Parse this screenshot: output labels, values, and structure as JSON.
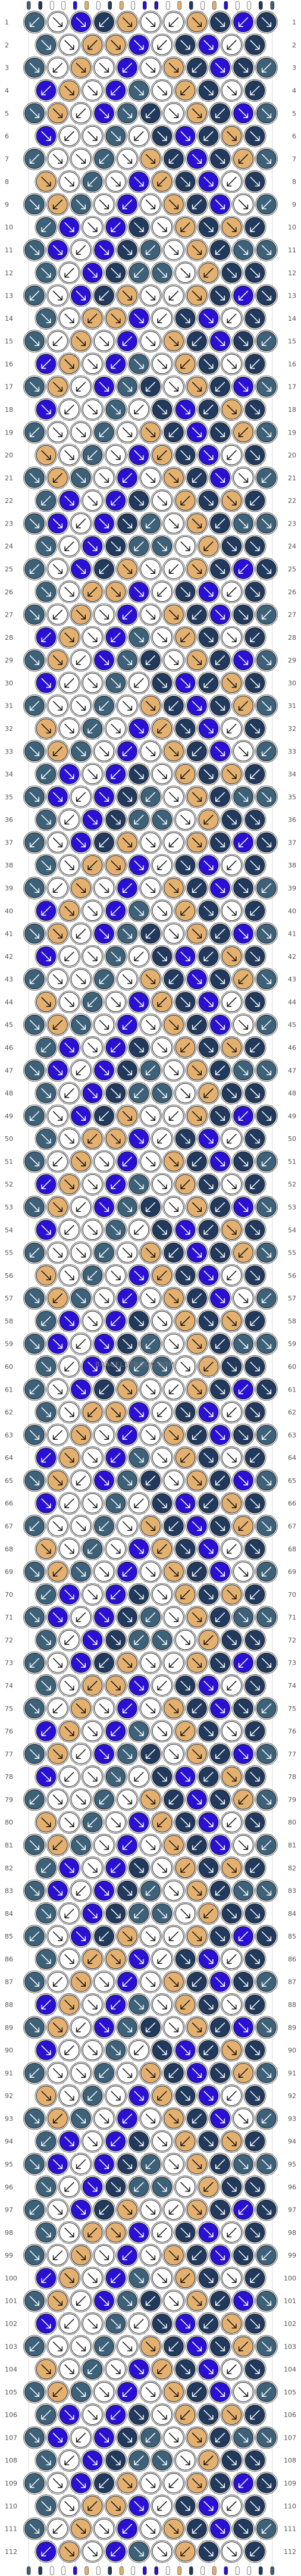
{
  "pattern": {
    "rows": 112,
    "strings": 22,
    "row_label_start": 1,
    "palette": {
      "A": "#21395c",
      "B": "#3d6179",
      "C": "#2a10d4",
      "D": "#e4b06f",
      "E": "#f7cf88",
      "F": "#ffffff"
    },
    "string_colors_top": [
      "B",
      "A",
      "F",
      "F",
      "C",
      "D",
      "F",
      "A",
      "D",
      "F",
      "C",
      "C",
      "F",
      "D",
      "A",
      "F",
      "D",
      "C",
      "F",
      "F",
      "A",
      "B"
    ],
    "knot_rows": [
      "BAFDCFAFDCFAFCDFAFCDAB",
      "ABFFCDADFCCFDADCFFBA",
      "BAFCDAFDCFFCDFADCFAB",
      "ACFDAFDCFBBFCDFADFCA",
      "BCDAFDCFBAABFCDFADCB",
      "ACDFAFCBAFFABCFAFDCA",
      "BDFAFCBAFDDFABCFAFDB",
      "ADFFCBAFDCCDFABCFFDA",
      "BFDCBAFDCFFCDFABCDFB",
      "ABDCAFDCFAAFCDFACDBA",
      "BBCAFDCFABBAFCDFACBB",
      "ABAFDCFABBBBAFCDFABA"
    ],
    "watermark": "BRACELETBOOK.COM"
  }
}
